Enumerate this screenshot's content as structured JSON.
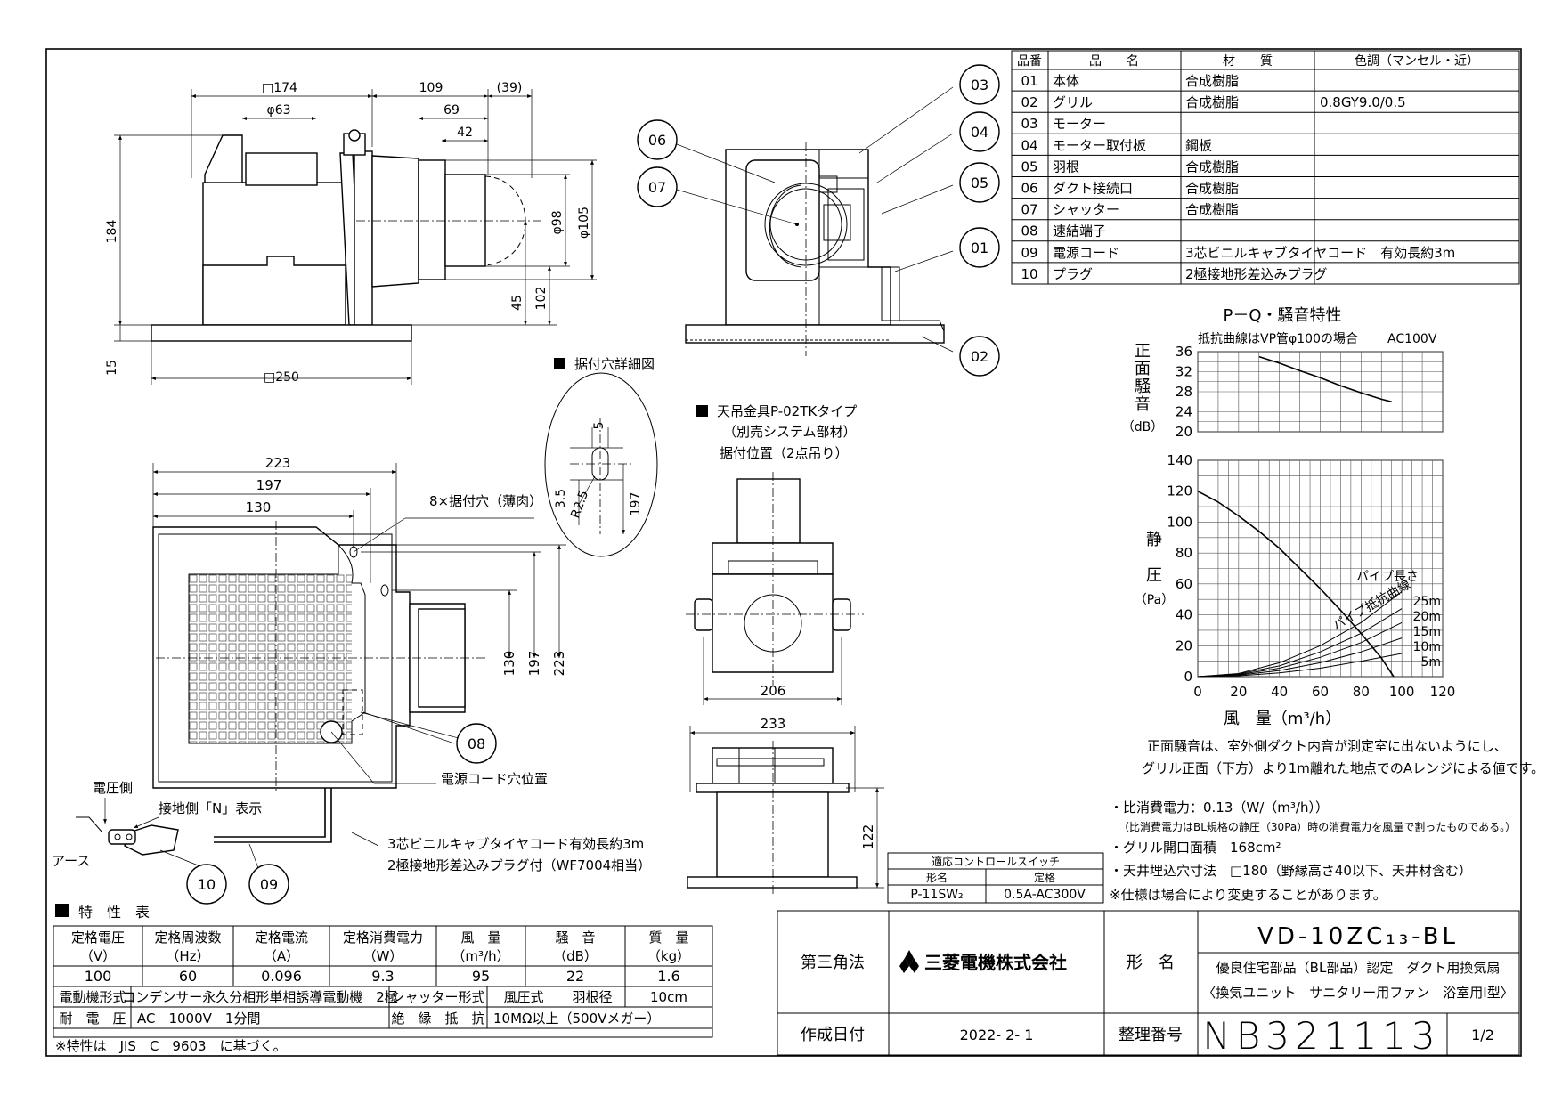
{
  "parts_table": {
    "headers": [
      "品番",
      "品　　名",
      "材　　質",
      "色調（マンセル・近）"
    ],
    "rows": [
      [
        "01",
        "本体",
        "合成樹脂",
        ""
      ],
      [
        "02",
        "グリル",
        "合成樹脂",
        "0.8GY9.0/0.5"
      ],
      [
        "03",
        "モーター",
        "",
        ""
      ],
      [
        "04",
        "モーター取付板",
        "鋼板",
        ""
      ],
      [
        "05",
        "羽根",
        "合成樹脂",
        ""
      ],
      [
        "06",
        "ダクト接続口",
        "合成樹脂",
        ""
      ],
      [
        "07",
        "シャッター",
        "合成樹脂",
        ""
      ],
      [
        "08",
        "速結端子",
        "",
        ""
      ],
      [
        "09",
        "電源コード",
        "3芯ビニルキャブタイヤコード　有効長約3m",
        ""
      ],
      [
        "10",
        "プラグ",
        "2極接地形差込みプラグ",
        ""
      ]
    ]
  },
  "side_view": {
    "dims": {
      "sq174": "□174",
      "phi63": "φ63",
      "d109": "109",
      "d39": "(39)",
      "d69": "69",
      "d42": "42",
      "d184": "184",
      "phi98": "φ98",
      "phi105": "φ105",
      "d45": "45",
      "d102": "102",
      "d15": "15",
      "sq250": "□250"
    }
  },
  "section_view": {
    "callouts": [
      "03",
      "04",
      "06",
      "05",
      "07",
      "01",
      "02"
    ]
  },
  "mount_hole_detail": {
    "title": "据付穴詳細図",
    "dims": {
      "d5": "5",
      "d35": "3.5",
      "r25": "R2.5",
      "d197": "197"
    }
  },
  "plan_view": {
    "dims": {
      "d223": "223",
      "d197": "197",
      "d130": "130",
      "v130": "130",
      "v197": "197",
      "v223": "223"
    },
    "label_holes": "8×据付穴（薄肉）",
    "label_cord_hole": "電源コード穴位置",
    "label_voltage_side": "電圧側",
    "label_ground_side": "接地側「N」表示",
    "label_earth": "アース",
    "cord_note_1": "3芯ビニルキャブタイヤコード有効長約3m",
    "cord_note_2": "2極接地形差込みプラグ付（WF7004相当）",
    "callouts": [
      "08",
      "10",
      "09"
    ]
  },
  "ceiling_bracket": {
    "title_1": "天吊金具P-02TKタイプ",
    "title_2": "（別売システム部材）",
    "title_3": "据付位置（2点吊り）",
    "dims": {
      "d206": "206",
      "d233": "233",
      "d122": "122"
    }
  },
  "pq_chart": {
    "title": "P－Q・騒音特性",
    "subtitle_left": "抵抗曲線はVP管φ100の場合",
    "subtitle_right": "AC100V",
    "noise_label": [
      "正",
      "面",
      "騒",
      "音"
    ],
    "noise_unit": "（dB）",
    "noise_ticks": [
      "36",
      "32",
      "28",
      "24",
      "20"
    ],
    "pressure_label": [
      "静",
      "圧"
    ],
    "pressure_unit": "（Pa）",
    "pressure_ticks": [
      "140",
      "120",
      "100",
      "80",
      "60",
      "40",
      "20",
      "0"
    ],
    "x_ticks": [
      "0",
      "20",
      "40",
      "60",
      "80",
      "100",
      "120"
    ],
    "x_label": "風　量（m³/h）",
    "pipe_length_label": "パイプ長さ",
    "pipe_lengths": [
      "25m",
      "20m",
      "15m",
      "10m",
      "5m"
    ],
    "resistance_label": "パイプ抵抗曲線"
  },
  "chart_data": {
    "type": "line",
    "title": "P－Q・騒音特性",
    "xlabel": "風　量（m³/h）",
    "xlim": [
      0,
      120
    ],
    "panels": [
      {
        "ylabel": "正面騒音（dB）",
        "ylim": [
          20,
          36
        ],
        "series": [
          {
            "x": [
              30,
              40,
              50,
              60,
              70,
              80,
              90,
              95
            ],
            "y": [
              35,
              33.7,
              32.2,
              30.8,
              29.2,
              27.8,
              26.5,
              26
            ]
          }
        ]
      },
      {
        "ylabel": "静圧（Pa）",
        "ylim": [
          0,
          140
        ],
        "series": [
          {
            "x": [
              0,
              10,
              20,
              30,
              40,
              50,
              60,
              70,
              80,
              90,
              96
            ],
            "y": [
              120,
              113,
              104,
              94,
              83,
              70,
              57,
              43,
              28,
              12,
              0
            ]
          },
          {
            "name": "25m",
            "x": [
              0,
              20,
              40,
              60,
              80,
              100
            ],
            "y": [
              0,
              2,
              9,
              20,
              35,
              55
            ]
          },
          {
            "name": "20m",
            "x": [
              0,
              20,
              40,
              60,
              80,
              100
            ],
            "y": [
              0,
              1.7,
              7,
              16,
              28,
              44
            ]
          },
          {
            "name": "15m",
            "x": [
              0,
              20,
              40,
              60,
              80,
              100
            ],
            "y": [
              0,
              1.3,
              5.5,
              12.5,
              22,
              35
            ]
          },
          {
            "name": "10m",
            "x": [
              0,
              20,
              40,
              60,
              80,
              100
            ],
            "y": [
              0,
              1,
              4,
              9,
              16,
              25
            ]
          },
          {
            "name": "5m",
            "x": [
              0,
              20,
              40,
              60,
              80,
              100
            ],
            "y": [
              0,
              0.6,
              2.4,
              5.5,
              10,
              15
            ]
          }
        ]
      }
    ]
  },
  "notes": {
    "noise_note_1": "正面騒音は、室外側ダクト内音が測定室に出ないようにし、",
    "noise_note_2": "グリル正面（下方）より1m離れた地点でのAレンジによる値です。",
    "spec_1": "・比消費電力：0.13（W/（m³/h））",
    "spec_1b": "（比消費電力はBL規格の静圧（30Pa）時の消費電力を風量で割ったものである。）",
    "spec_2": "・グリル開口面積　168cm²",
    "spec_3": "・天井埋込穴寸法　□180（野縁高さ40以下、天井材含む）",
    "spec_4": "※仕様は場合により変更することがあります。"
  },
  "control_switch": {
    "title": "適応コントロールスイッチ",
    "h_model": "形名",
    "h_rating": "定格",
    "model": "P-11SW₂",
    "rating": "0.5A-AC300V"
  },
  "characteristics": {
    "title": "特　性　表",
    "headers": [
      "定格電圧",
      "定格周波数",
      "定格電流",
      "定格消費電力",
      "風　量",
      "騒　音",
      "質　量"
    ],
    "units": [
      "（V）",
      "（Hz）",
      "（A）",
      "（W）",
      "（m³/h）",
      "（dB）",
      "（kg）"
    ],
    "values": [
      "100",
      "60",
      "0.096",
      "9.3",
      "95",
      "22",
      "1.6"
    ],
    "motor_type_label": "電動機形式",
    "motor_type": "コンデンサー永久分相形単相誘導電動機　2極",
    "shutter_label": "シャッター形式",
    "shutter": "風圧式",
    "blade_label": "羽根径",
    "blade": "10cm",
    "withstand_label": "耐　電　圧",
    "withstand": "AC　1000V　1分間",
    "insulation_label": "絶　縁　抵　抗",
    "insulation": "10MΩ以上（500Vメガー）",
    "footnote": "※特性は　JIS　C　9603　に基づく。"
  },
  "title_block": {
    "projection": "第三角法",
    "company": "三菱電機株式会社",
    "model_label": "形　名",
    "model": "VD-10ZC₁₃-BL",
    "desc_1": "優良住宅部品（BL部品）認定　ダクト用換気扇",
    "desc_2": "〈換気ユニット　サニタリー用ファン　浴室用I型〉",
    "date_label": "作成日付",
    "date": "2022- 2- 1",
    "doc_no_label": "整理番号",
    "doc_no": "NB321113",
    "page": "1/2"
  },
  "colors": {
    "line": "#000000",
    "paper": "#ffffff",
    "logo": "#000000"
  }
}
